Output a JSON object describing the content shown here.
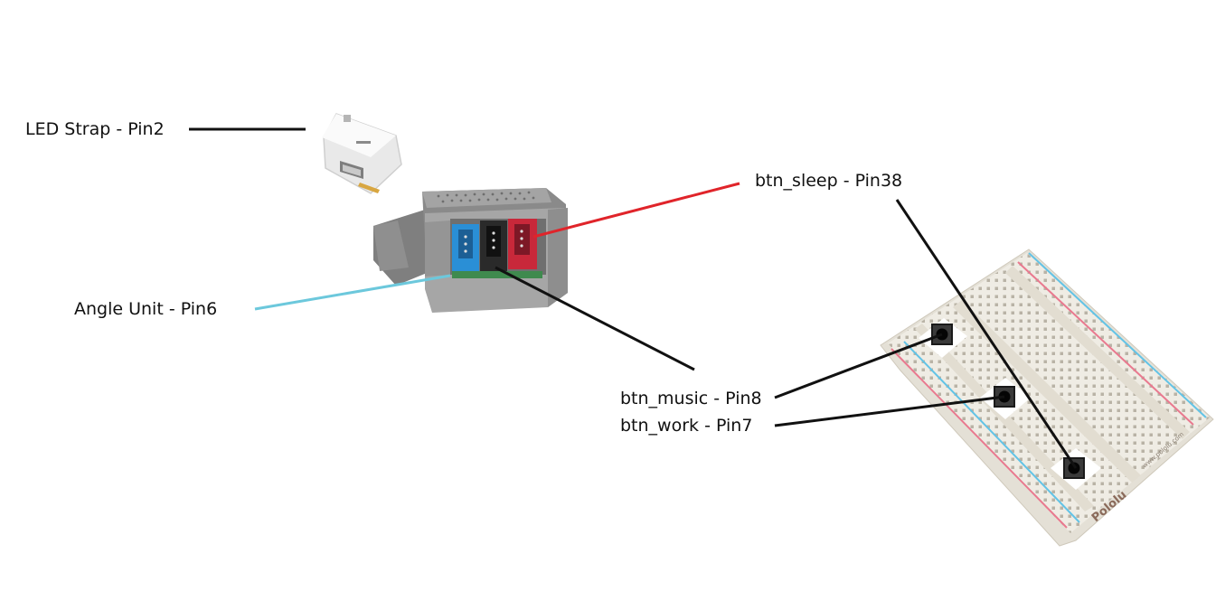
{
  "labels": {
    "led_strap": "LED Strap - Pin2",
    "angle_unit": "Angle Unit - Pin6",
    "btn_sleep": "btn_sleep - Pin38",
    "btn_music": "btn_music - Pin8",
    "btn_work": "btn_work - Pin7"
  },
  "breadboard": {
    "brand": "Pololu",
    "url": "www.pololu.com"
  },
  "colors": {
    "sleep_wire": "#e0242a",
    "angle_wire": "#6cc8dc",
    "wire": "#111111",
    "port_blue": "#2a8fd6",
    "port_black": "#2a2a2a",
    "port_red": "#c8283a",
    "device_body": "#9a9a9a",
    "breadboard": "#efece4",
    "rail_red": "#e9798f",
    "rail_blue": "#62c3e6"
  }
}
